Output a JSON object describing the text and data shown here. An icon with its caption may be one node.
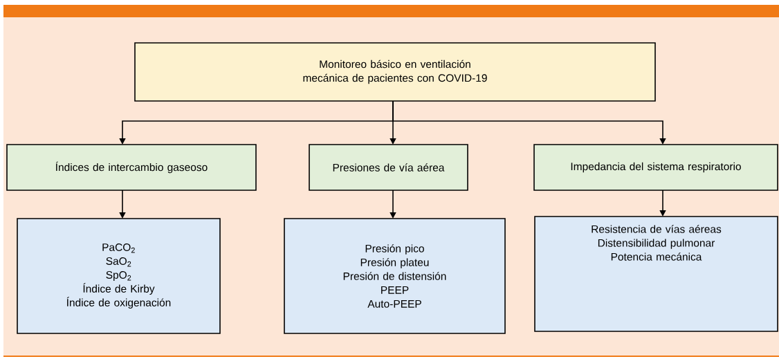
{
  "diagram": {
    "nodes": [
      {
        "text": [
          "Monitoreo básico en ventilación mecánica de pacientes con COVID-19"
        ]
      },
      {
        "text": [
          "Índices de intercambio gaseoso"
        ]
      },
      {
        "text": [
          "Presiones de vía aérea"
        ]
      },
      {
        "text": [
          "Impedancia del sistema respiratorio"
        ]
      },
      {
        "text": [
          "PaCO$_{2}$",
          "SaO$_{2}$",
          "SpO$_{2}$",
          "Índice de Kirby",
          "Índice de oxigenación"
        ]
      },
      {
        "text": [
          "Presión pico",
          "Presión plateu",
          "Presión de distensión",
          "PEEP",
          "Auto-PEEP"
        ]
      },
      {
        "text": [
          "Resistencia de vías aéreas",
          "Distensibilidad pulmonar",
          "Potencia mecánica"
        ]
      }
    ],
    "edges": [
      {
        "from": 0,
        "to": 1,
        "arrow": "to"
      },
      {
        "from": 0,
        "to": 2,
        "arrow": "to"
      },
      {
        "from": 0,
        "to": 3,
        "arrow": "to"
      },
      {
        "from": 1,
        "to": 4,
        "arrow": "to"
      },
      {
        "from": 2,
        "to": 5,
        "arrow": "to"
      },
      {
        "from": 3,
        "to": 6,
        "arrow": "to"
      }
    ]
  }
}
